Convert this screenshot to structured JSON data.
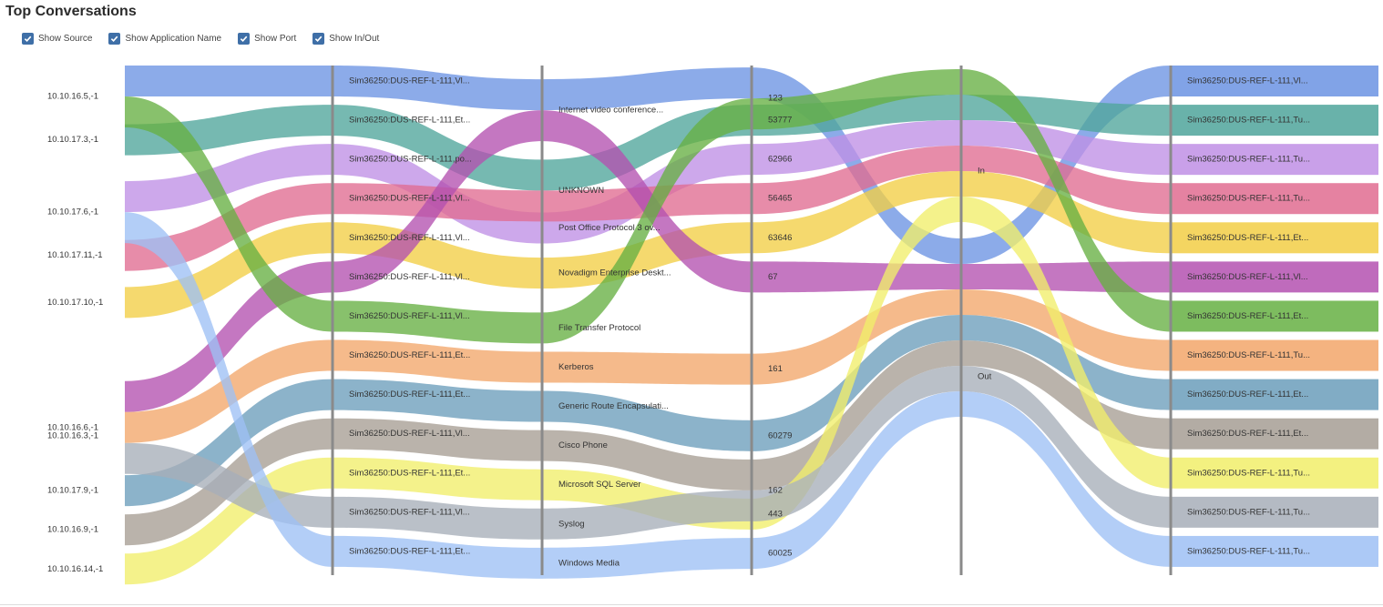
{
  "widget": {
    "title": "Top Conversations"
  },
  "options": [
    {
      "label": "Show Source",
      "checked": true
    },
    {
      "label": "Show Application Name",
      "checked": true
    },
    {
      "label": "Show Port",
      "checked": true
    },
    {
      "label": "Show In/Out",
      "checked": true
    }
  ],
  "colors": [
    "#6b93e3",
    "#4fa59b",
    "#bf8fe5",
    "#e06c91",
    "#f2ce45",
    "#b451b0",
    "#66b043",
    "#f2a66a",
    "#6b9dbb",
    "#a69e94",
    "#f1ee6a",
    "#a7aeb8",
    "#9ec0f5"
  ],
  "chart_data": {
    "type": "sankey",
    "sources": [
      "10.10.16.5,-1",
      "10.10.17.3,-1",
      "10.10.17.6,-1",
      "10.10.17.11,-1",
      "10.10.17.10,-1",
      "10.10.16.6,-1",
      "10.10.16.3,-1",
      "10.10.17.9,-1",
      "10.10.16.9,-1",
      "10.10.16.14,-1"
    ],
    "source_names": [
      "Sim36250:DUS-REF-L-111,Vl...",
      "Sim36250:DUS-REF-L-111,Et...",
      "Sim36250:DUS-REF-L-111,po...",
      "Sim36250:DUS-REF-L-111,Vl...",
      "Sim36250:DUS-REF-L-111,Vl...",
      "Sim36250:DUS-REF-L-111,Vl...",
      "Sim36250:DUS-REF-L-111,Vl...",
      "Sim36250:DUS-REF-L-111,Et...",
      "Sim36250:DUS-REF-L-111,Et...",
      "Sim36250:DUS-REF-L-111,Vl...",
      "Sim36250:DUS-REF-L-111,Et...",
      "Sim36250:DUS-REF-L-111,Vl...",
      "Sim36250:DUS-REF-L-111,Et..."
    ],
    "applications": [
      "Internet video conference...",
      "UNKNOWN",
      "Post Office Protocol 3 ov...",
      "Novadigm Enterprise Deskt...",
      "File Transfer Protocol",
      "Kerberos",
      "Generic Route Encapsulati...",
      "Cisco Phone",
      "Microsoft SQL Server",
      "Syslog",
      "Windows Media"
    ],
    "ports": [
      "123",
      "53777",
      "62966",
      "56465",
      "63646",
      "67",
      "161",
      "60279",
      "162",
      "443",
      "60025"
    ],
    "directions": [
      "In",
      "Out"
    ],
    "destinations": [
      "Sim36250:DUS-REF-L-111,Vl...",
      "Sim36250:DUS-REF-L-111,Tu...",
      "Sim36250:DUS-REF-L-111,Tu...",
      "Sim36250:DUS-REF-L-111,Tu...",
      "Sim36250:DUS-REF-L-111,Et...",
      "Sim36250:DUS-REF-L-111,Vl...",
      "Sim36250:DUS-REF-L-111,Et...",
      "Sim36250:DUS-REF-L-111,Tu...",
      "Sim36250:DUS-REF-L-111,Et...",
      "Sim36250:DUS-REF-L-111,Et...",
      "Sim36250:DUS-REF-L-111,Tu...",
      "Sim36250:DUS-REF-L-111,Tu...",
      "Sim36250:DUS-REF-L-111,Tu..."
    ],
    "flows": [
      {
        "source": 0,
        "source_name": 0,
        "application": 0,
        "port": 0,
        "direction": 1,
        "destination": 0
      },
      {
        "source": 1,
        "source_name": 1,
        "application": 1,
        "port": 1,
        "direction": 0,
        "destination": 1
      },
      {
        "source": 2,
        "source_name": 2,
        "application": 2,
        "port": 2,
        "direction": 0,
        "destination": 2
      },
      {
        "source": 3,
        "source_name": 3,
        "application": 1,
        "port": 3,
        "direction": 0,
        "destination": 3
      },
      {
        "source": 4,
        "source_name": 4,
        "application": 3,
        "port": 4,
        "direction": 0,
        "destination": 4
      },
      {
        "source": 5,
        "source_name": 5,
        "application": 0,
        "port": 5,
        "direction": 1,
        "destination": 5
      },
      {
        "source": 0,
        "source_name": 6,
        "application": 4,
        "port": 0,
        "direction": 0,
        "destination": 6
      },
      {
        "source": 5,
        "source_name": 7,
        "application": 5,
        "port": 6,
        "direction": 1,
        "destination": 7
      },
      {
        "source": 7,
        "source_name": 8,
        "application": 6,
        "port": 7,
        "direction": 1,
        "destination": 8
      },
      {
        "source": 8,
        "source_name": 9,
        "application": 7,
        "port": 8,
        "direction": 1,
        "destination": 9
      },
      {
        "source": 9,
        "source_name": 10,
        "application": 8,
        "port": 9,
        "direction": 0,
        "destination": 10
      },
      {
        "source": 5,
        "source_name": 11,
        "application": 9,
        "port": 8,
        "direction": 1,
        "destination": 11
      },
      {
        "source": 2,
        "source_name": 12,
        "application": 10,
        "port": 10,
        "direction": 1,
        "destination": 12
      }
    ]
  }
}
